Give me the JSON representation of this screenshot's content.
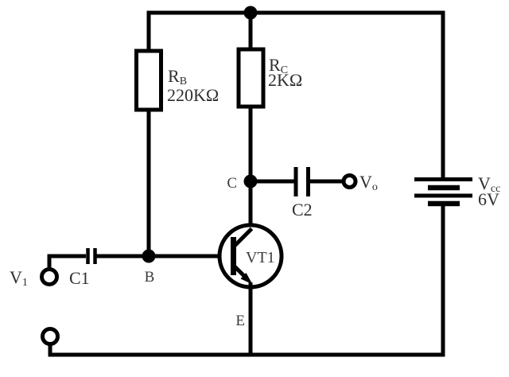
{
  "diagram_type": "circuit-schematic",
  "colors": {
    "wire": "#000000",
    "text": "#2f2f2f",
    "background": "#ffffff"
  },
  "labels": {
    "rb": {
      "main": "R",
      "sub": "B"
    },
    "rb_value": "220KΩ",
    "rc": {
      "main": "R",
      "sub": "C"
    },
    "rc_value": "2KΩ",
    "transistor": "VT1",
    "node_b": "B",
    "node_c": "C",
    "node_e": "E",
    "c1": "C1",
    "c2": "C2",
    "vin": {
      "main": "V",
      "sub": "1"
    },
    "vout": {
      "main": "V",
      "sub": "o"
    },
    "vcc": {
      "main": "V",
      "sub": "cc"
    },
    "vcc_value": "6V"
  }
}
